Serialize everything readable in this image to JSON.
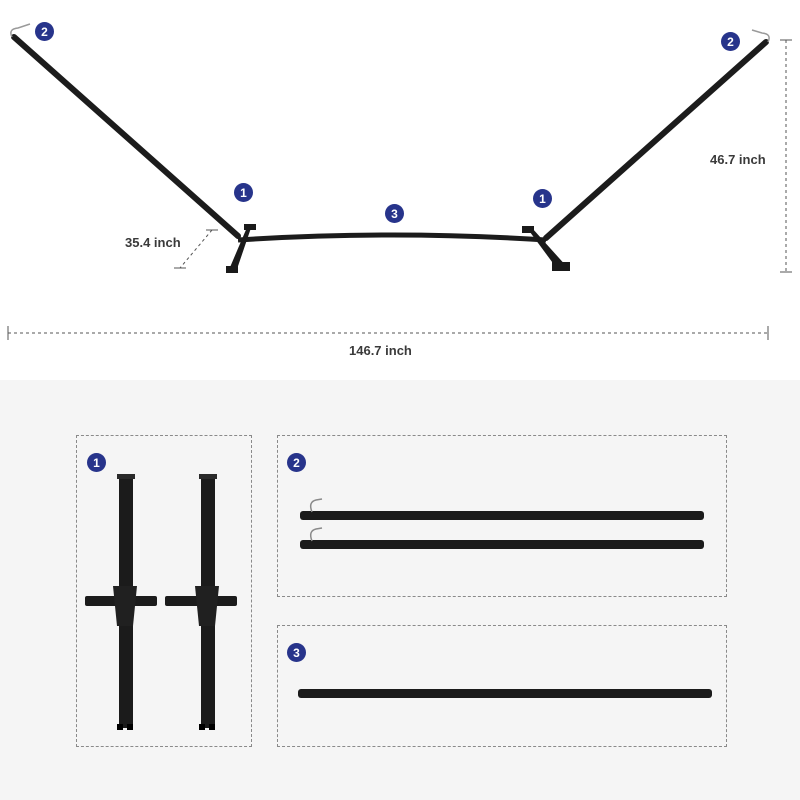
{
  "dimensions": {
    "height": "46.7 inch",
    "width": "146.7 inch",
    "depth": "35.4 inch"
  },
  "badges": {
    "one": "1",
    "two": "2",
    "three": "3"
  },
  "colors": {
    "badge": "#27348b",
    "frame": "#1c1c1c",
    "panel_background": "#f5f5f5"
  }
}
